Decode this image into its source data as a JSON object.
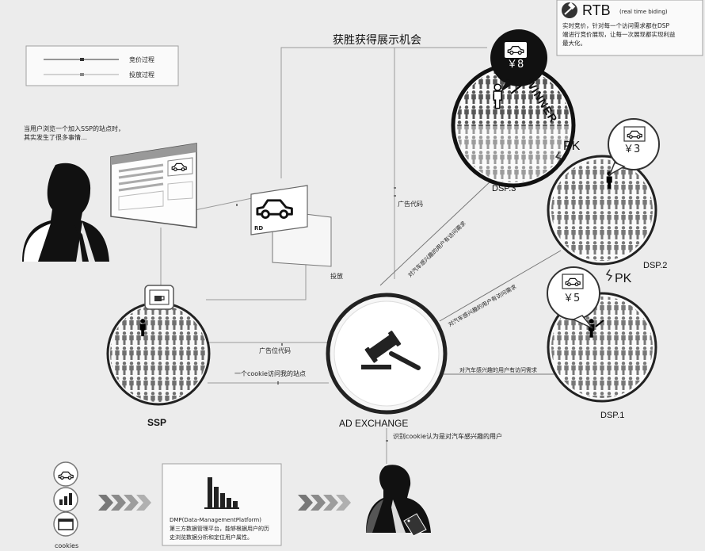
{
  "title": "获胜获得展示机会",
  "rtb": {
    "name": "RTB",
    "full": "(real time biding)",
    "desc1": "实时竞价，针对每一个访问需求都在DSP",
    "desc2": "端进行竞价展现，让每一次展现都实现利益",
    "desc3": "最大化。"
  },
  "legend": {
    "bid": "竞价过程",
    "deliver": "投放过程"
  },
  "intro": {
    "line1": "当用户浏览一个加入SSP的站点时，",
    "line2": "其实发生了很多事情…"
  },
  "nodes": {
    "ssp": "SSP",
    "adx": "AD EXCHANGE",
    "dsp1": "DSP.1",
    "dsp2": "DSP.2",
    "dsp3": "DSP.3"
  },
  "winner": "WINNER",
  "pk1": "PK",
  "pk2": "PK",
  "ad_tag": "RD",
  "prices": {
    "dsp3": "￥8",
    "dsp2": "￥3",
    "dsp1": "￥5"
  },
  "edges": {
    "ad_code": "广告代码",
    "deliver": "投放",
    "slot_code": "广告位代码",
    "cookie_visit": "一个cookie访问我的站点",
    "demand_dsp3": "对汽车感兴趣的用户有访问需求",
    "demand_dsp2": "对汽车感兴趣的用户有访问需求",
    "demand_dsp1": "对汽车感兴趣的用户有访问需求",
    "identify": "识别cookie认为是对汽车感兴趣的用户"
  },
  "dmp": {
    "line1": "DMP(Data-ManagementPlatform)",
    "line2": "第三方数据管理平台，能够根据用户的历",
    "line3": "史浏览数据分析和定位用户属性。"
  },
  "cookies": "cookies",
  "icons": [
    "car-icon",
    "gavel-icon",
    "coffee-cup-icon",
    "bar-chart-icon",
    "person-silhouette-icon",
    "chevron-arrow-icon",
    "browser-window-icon",
    "price-tag-icon"
  ],
  "colors": {
    "background": "#ececec",
    "ink": "#111111",
    "crowd": "#555555",
    "winner_badge": "#111111"
  }
}
